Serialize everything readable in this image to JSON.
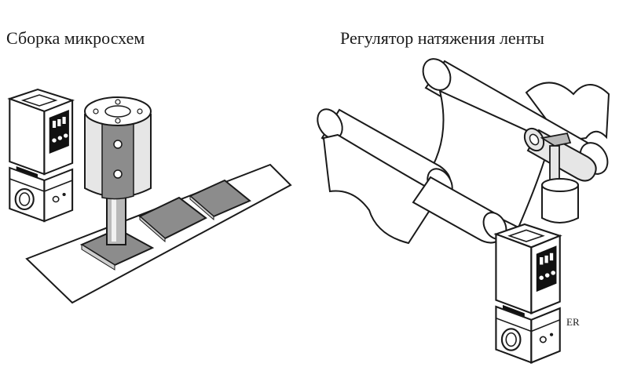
{
  "panels": {
    "left_title": "Сборка микросхем",
    "right_title": "Регулятор натяжения ленты",
    "device_label": "ER"
  },
  "colors": {
    "line": "#1a1a1a",
    "dark_gray": "#8c8c8c",
    "mid_gray": "#b9b9b9",
    "light_gray": "#e6e6e6",
    "black_panel": "#111111"
  },
  "icons": [
    "electro-pneumatic-regulator-icon",
    "suction-head-icon",
    "roller-icon",
    "dancer-weight-icon"
  ]
}
